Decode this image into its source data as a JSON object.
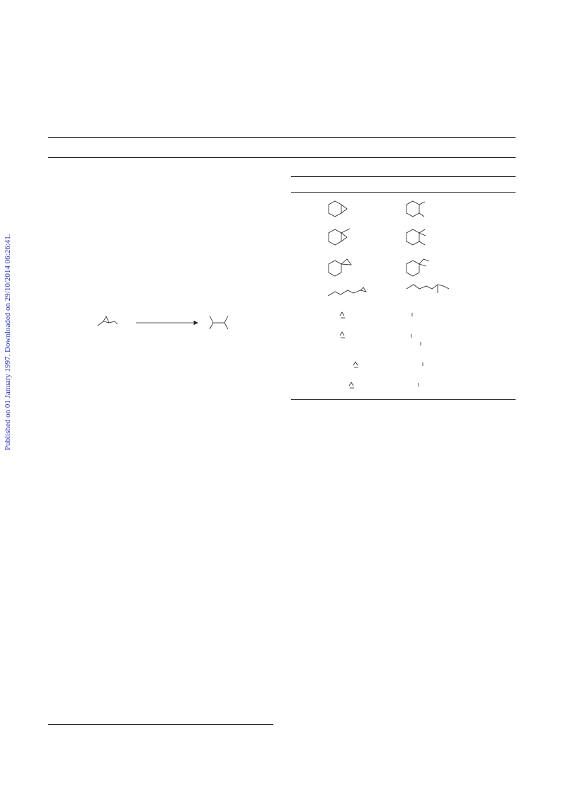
{
  "sidebar_note": "Published on 01 January 1997. Downloaded on 29/10/2014 06:26:41.",
  "scheme": {
    "reactant": "cyclopropane-reactant",
    "product": "branched-alkane-product"
  },
  "table": {
    "rows": [
      {
        "substrate": "bicyclic-cyclohexane-icon",
        "product": "methylcyclohexane-icon"
      },
      {
        "substrate": "methyl-bicyclic-icon",
        "product": "dimethylcyclohexane-icon"
      },
      {
        "substrate": "spiro-cyclopropane-icon",
        "product": "ethyl-methylcyclohexane-icon"
      },
      {
        "substrate": "alkyl-cyclopropane-icon",
        "product": "branched-alkane-icon"
      },
      {
        "substrate": "small-cyclopropane-icon",
        "product": "small-fragment-icon"
      },
      {
        "substrate": "small-cyclopropane-icon",
        "product": "small-fragment-icon"
      },
      {
        "substrate": "small-cyclopropane-icon",
        "product": "small-fragment-icon"
      },
      {
        "substrate": "small-cyclopropane-icon",
        "product": "small-fragment-icon"
      }
    ]
  }
}
